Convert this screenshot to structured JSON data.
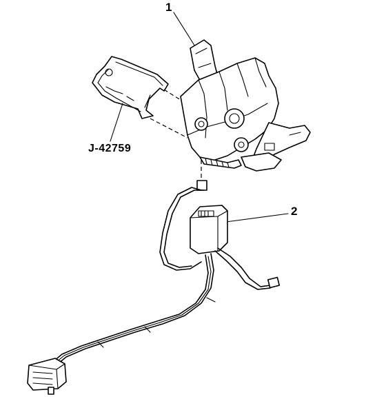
{
  "callouts": {
    "item_1": "1",
    "item_2": "2",
    "tool": "J-42759"
  },
  "colors": {
    "ink": "#000000",
    "background": "#ffffff"
  }
}
